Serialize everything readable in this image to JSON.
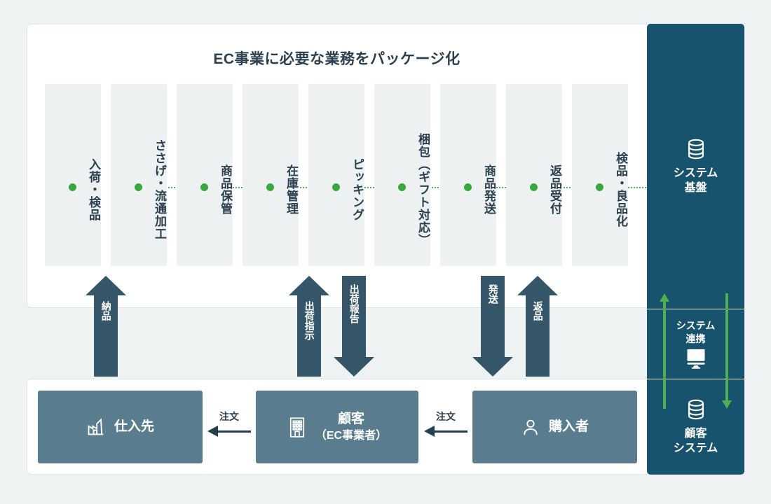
{
  "title": "EC事業に必要な業務をパッケージ化",
  "processes": [
    {
      "label": "入荷・検品"
    },
    {
      "label": "ささげ・流通加工"
    },
    {
      "label": "商品保管"
    },
    {
      "label": "在庫管理"
    },
    {
      "label": "ピッキング"
    },
    {
      "label": "梱包（ギフト対応）"
    },
    {
      "label": "商品発送"
    },
    {
      "label": "返品受付"
    },
    {
      "label": "検品・良品化"
    }
  ],
  "flow_arrows": [
    {
      "label": "納品",
      "direction": "up"
    },
    {
      "label": "出荷指示",
      "direction": "up"
    },
    {
      "label": "出荷報告",
      "direction": "down"
    },
    {
      "label": "発送",
      "direction": "down"
    },
    {
      "label": "返品",
      "direction": "up"
    }
  ],
  "actors": [
    {
      "name": "仕入先",
      "sub": "",
      "icon": "factory-icon"
    },
    {
      "name": "顧客",
      "sub": "（EC事業者）",
      "icon": "building-icon"
    },
    {
      "name": "購入者",
      "sub": "",
      "icon": "person-icon"
    }
  ],
  "order_arrows": [
    {
      "label": "注文"
    },
    {
      "label": "注文"
    }
  ],
  "sidebar": {
    "sections": [
      {
        "title": "システム\n基盤",
        "line1": "システム",
        "line2": "基盤",
        "icon": "database-icon"
      },
      {
        "title": "システム\n連携",
        "line1": "システム",
        "line2": "連携",
        "icon": "monitor-icon"
      },
      {
        "title": "顧客\nシステム",
        "line1": "顧客",
        "line2": "システム",
        "icon": "database-icon"
      }
    ]
  },
  "colors": {
    "page_bg": "#eef2f3",
    "panel_bg": "#ffffff",
    "process_bg": "#eef1f2",
    "ink": "#2b3f4e",
    "arrow_dark": "#345668",
    "actor_blue": "#597d8e",
    "sidebar_dark": "#17536d",
    "accent_green": "#4caf50",
    "dot_green": "#39a83f"
  }
}
